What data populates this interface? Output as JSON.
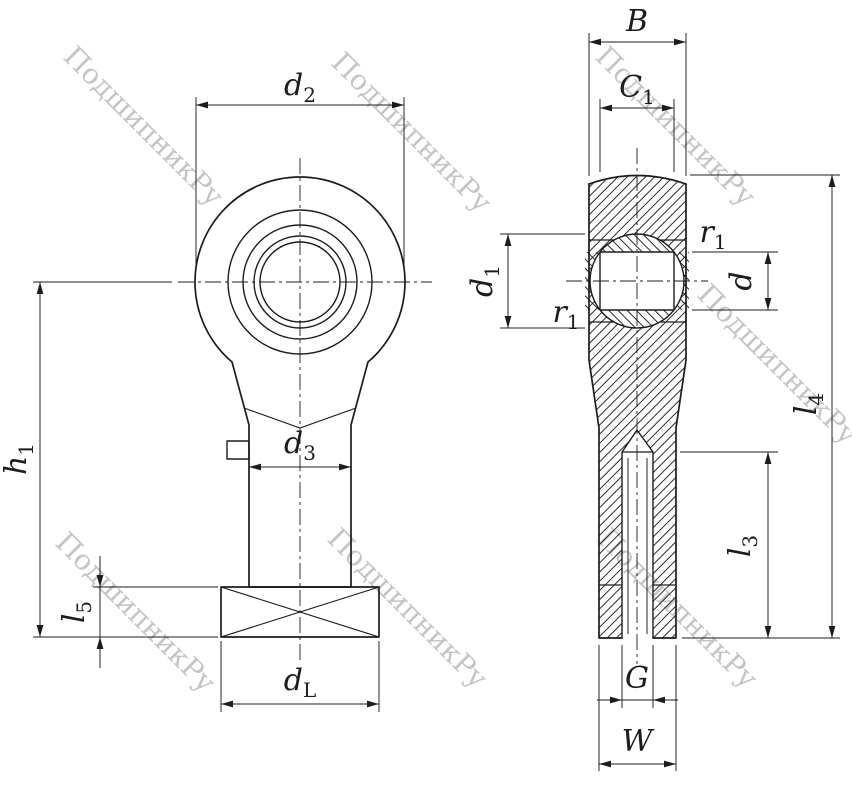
{
  "watermark": {
    "text": "ПодшипникРу"
  },
  "labels": {
    "d2": {
      "base": "d",
      "sub": "2"
    },
    "h1": {
      "base": "h",
      "sub": "1"
    },
    "l5": {
      "base": "l",
      "sub": "5"
    },
    "d3": {
      "base": "d",
      "sub": "3"
    },
    "dL": {
      "base": "d",
      "sub": "L"
    },
    "B": {
      "base": "B",
      "sub": ""
    },
    "C1": {
      "base": "C",
      "sub": "1"
    },
    "d1": {
      "base": "d",
      "sub": "1"
    },
    "r1_upper": {
      "base": "r",
      "sub": "1"
    },
    "r1_lower": {
      "base": "r",
      "sub": "1"
    },
    "d": {
      "base": "d",
      "sub": ""
    },
    "l4": {
      "base": "l",
      "sub": "4"
    },
    "l3": {
      "base": "l",
      "sub": "3"
    },
    "G": {
      "base": "G",
      "sub": ""
    },
    "W": {
      "base": "W",
      "sub": ""
    }
  },
  "colors": {
    "line": "#1c1c1c",
    "hatch": "#2b2b2b",
    "watermark": "#bcbcbc",
    "background": "#ffffff"
  }
}
